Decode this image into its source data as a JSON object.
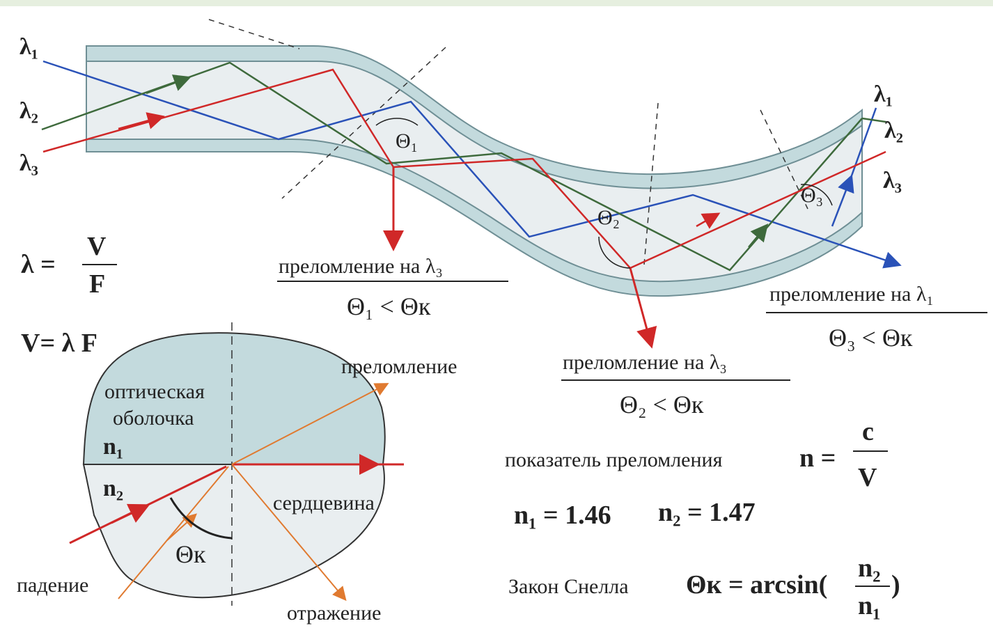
{
  "wavelengths": {
    "l1": "λ₁",
    "l2": "λ₂",
    "l3": "λ₃"
  },
  "angles": {
    "t1": "Θ₁",
    "t2": "Θ₂",
    "t3": "Θ₃",
    "tk": "Θк"
  },
  "formula_lambda": {
    "left": "λ =",
    "num": "V",
    "den": "F"
  },
  "formula_v": "V= λ F",
  "refraction_1": {
    "label": "преломление на λ₃",
    "condition": "Θ₁ < Θк"
  },
  "refraction_2": {
    "label": "преломление на λ₃",
    "condition": "Θ₂ < Θк"
  },
  "refraction_3": {
    "label": "преломление на λ₁",
    "condition": "Θ₃ < Θк"
  },
  "inset": {
    "cladding_line1": "оптическая",
    "cladding_line2": "оболочка",
    "n1": "n₁",
    "n2": "n₂",
    "core": "сердцевина",
    "refraction": "преломление",
    "incidence": "падение",
    "reflection": "отражение"
  },
  "index_label": "показатель преломления",
  "index_formula": {
    "left": "n =",
    "num": "c",
    "den": "V"
  },
  "values": {
    "n1": "n₁ = 1.46",
    "n2": "n₂ = 1.47"
  },
  "snell": {
    "label": "Закон Снелла",
    "left": "Θк = arcsin(",
    "num": "n₂",
    "den": "n₁",
    "right": ")"
  },
  "colors": {
    "blue": "#2a52b8",
    "green": "#3e6a3c",
    "red": "#d02828",
    "orange": "#e07a30",
    "fiber": "#e9eef0",
    "cladding": "#c3dadd",
    "edge": "#6f8f95"
  }
}
